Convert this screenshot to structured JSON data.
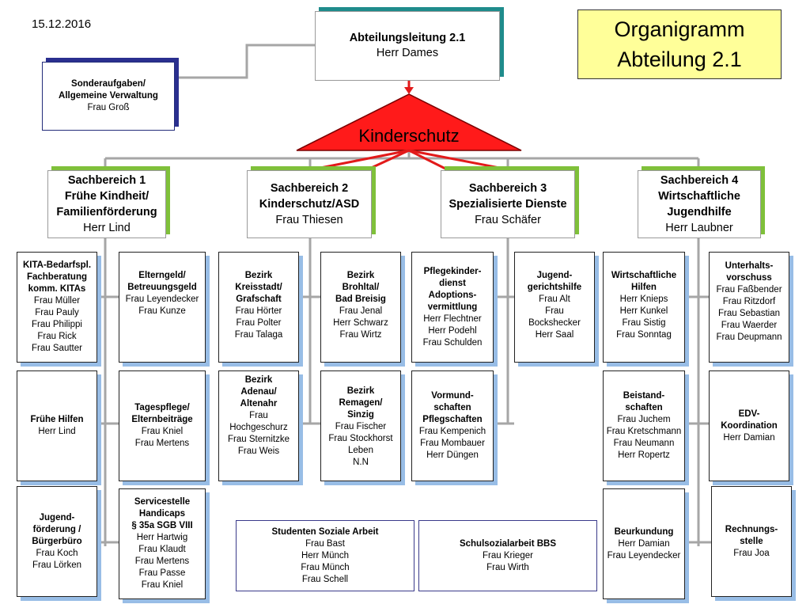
{
  "date": "15.12.2016",
  "title": {
    "line1": "Organigramm",
    "line2": "Abteilung 2.1"
  },
  "head": {
    "title": "Abteilungsleitung 2.1",
    "name": "Herr Dames"
  },
  "special": {
    "l1": "Sonderaufgaben/",
    "l2": "Allgemeine Verwaltung",
    "name": "Frau Groß"
  },
  "triangle_label": "Kinderschutz",
  "sections": [
    {
      "l1": "Sachbereich 1",
      "l2": "Frühe Kindheit/",
      "l3": "Familienförderung",
      "name": "Herr Lind"
    },
    {
      "l1": "Sachbereich 2",
      "l2": "Kinderschutz/ASD",
      "name": "Frau Thiesen"
    },
    {
      "l1": "Sachbereich 3",
      "l2": "Spezialisierte Dienste",
      "name": "Frau Schäfer"
    },
    {
      "l1": "Sachbereich 4",
      "l2": "Wirtschaftliche",
      "l3": "Jugendhilfe",
      "name": "Herr Laubner"
    }
  ],
  "units": {
    "kita": {
      "l1": "KITA-Bedarfspl.",
      "l2": "Fachberatung",
      "l3": "komm. KITAs",
      "p1": "Frau Müller",
      "p2": "Frau Pauly",
      "p3": "Frau Philippi",
      "p4": "Frau Rick",
      "p5": "Frau Sautter"
    },
    "elterngeld": {
      "l1": "Elterngeld/",
      "l2": "Betreuungsgeld",
      "p1": "Frau Leyendecker",
      "p2": "Frau Kunze"
    },
    "kreisstadt": {
      "l1": "Bezirk",
      "l2": "Kreisstadt/",
      "l3": "Grafschaft",
      "p1": "Frau Hörter",
      "p2": "Frau Polter",
      "p3": "Frau Talaga"
    },
    "brohltal": {
      "l1": "Bezirk",
      "l2": "Brohltal/",
      "l3": "Bad Breisig",
      "p1": "Frau Jenal",
      "p2": "Herr Schwarz",
      "p3": "Frau Wirtz"
    },
    "pflege": {
      "l1": "Pflegekinder-",
      "l2": "dienst",
      "l3": "Adoptions-",
      "l4": "vermittlung",
      "p1": "Herr Flechtner",
      "p2": "Herr Podehl",
      "p3": "Frau Schulden"
    },
    "jgh": {
      "l1": "Jugend-",
      "l2": "gerichtshilfe",
      "p1": "Frau Alt",
      "p2": "Frau",
      "p3": "Bockshecker",
      "p4": "Herr Saal"
    },
    "wirt": {
      "l1": "Wirtschaftliche",
      "l2": "Hilfen",
      "p1": "Herr Knieps",
      "p2": "Herr Kunkel",
      "p3": "Frau Sistig",
      "p4": "Frau Sonntag"
    },
    "unterhalt": {
      "l1": "Unterhalts-",
      "l2": "vorschuss",
      "p1": "Frau Faßbender",
      "p2": "Frau Ritzdorf",
      "p3": "Frau Sebastian",
      "p4": "Frau Waerder",
      "p5": "Frau Deupmann"
    },
    "fruehe": {
      "l1": "Frühe Hilfen",
      "p1": "Herr Lind"
    },
    "tages": {
      "l1": "Tagespflege/",
      "l2": "Elternbeiträge",
      "p1": "Frau Kniel",
      "p2": "Frau Mertens"
    },
    "adenau": {
      "l1": "Bezirk",
      "l2": "Adenau/",
      "l3": "Altenahr",
      "p1": "Frau",
      "p2": "Hochgeschurz",
      "p3": "Frau Sternitzke",
      "p4": "Frau Weis"
    },
    "remagen": {
      "l1": "Bezirk",
      "l2": "Remagen/",
      "l3": "Sinzig",
      "p1": "Frau Fischer",
      "p2": "Frau Stockhorst",
      "p3": "Leben",
      "p4": "N.N"
    },
    "vormund": {
      "l1": "Vormund-",
      "l2": "schaften",
      "l3": "Pflegschaften",
      "p1": "Frau Kempenich",
      "p2": "Frau Mombauer",
      "p3": "Herr Düngen"
    },
    "beistand": {
      "l1": "Beistand-",
      "l2": "schaften",
      "p1": "Frau Juchem",
      "p2": "Frau Kretschmann",
      "p3": "Frau Neumann",
      "p4": "Herr Ropertz"
    },
    "edv": {
      "l1": "EDV-",
      "l2": "Koordination",
      "p1": "Herr Damian"
    },
    "jugendf": {
      "l1": "Jugend-",
      "l2": "förderung /",
      "l3": "Bürgerbüro",
      "p1": "Frau Koch",
      "p2": "Frau Lörken"
    },
    "service": {
      "l1": "Servicestelle",
      "l2": "Handicaps",
      "l3": "§ 35a SGB VIII",
      "p1": "Herr Hartwig",
      "p2": "Frau Klaudt",
      "p3": "Frau Mertens",
      "p4": "Frau Passe",
      "p5": "Frau Kniel"
    },
    "studenten": {
      "l1": "Studenten Soziale Arbeit",
      "p1": "Frau Bast",
      "p2": "Herr Münch",
      "p3": "Frau Münch",
      "p4": "Frau Schell"
    },
    "schul": {
      "l1": "Schulsozialarbeit BBS",
      "p1": "Frau Krieger",
      "p2": "Frau Wirth"
    },
    "beurk": {
      "l1": "Beurkundung",
      "p1": "Herr Damian",
      "p2": "Frau Leyendecker"
    },
    "rechnung": {
      "l1": "Rechnungs-",
      "l2": "stelle",
      "p1": "Frau Joa"
    }
  },
  "colors": {
    "connector": "#a6a6a6",
    "triangle": "#ff1a1a",
    "title_bg": "#ffff99",
    "head_shadow": "#1f8c8c",
    "section_shadow": "#7fc03a",
    "unit_shadow": "#98bde6",
    "special_shadow": "#2a2f8f"
  }
}
